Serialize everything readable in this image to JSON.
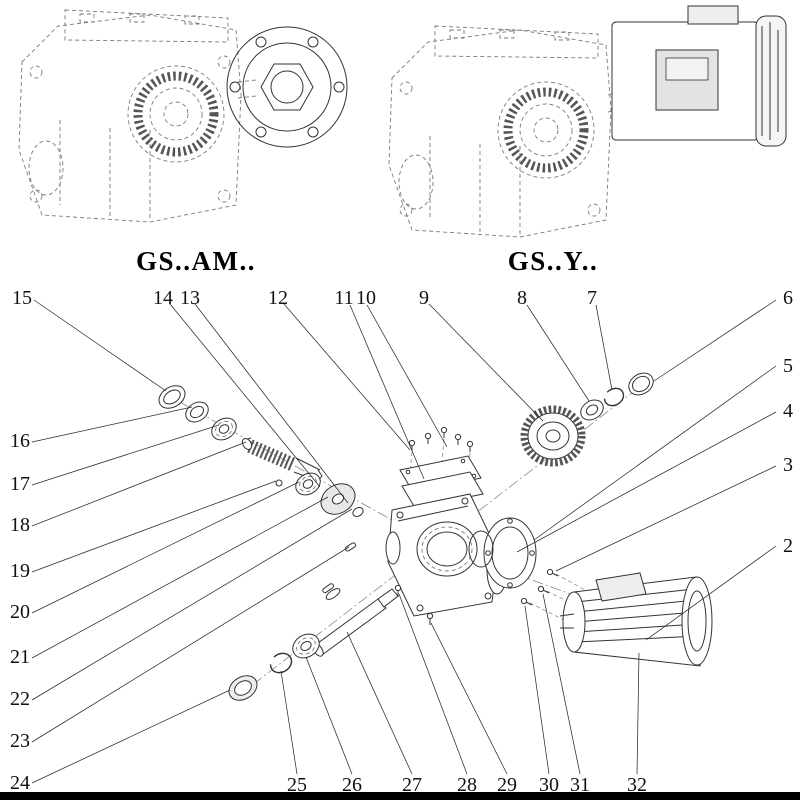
{
  "figure": {
    "left_variant_label": "GS..AM..",
    "right_variant_label": "GS..Y.."
  },
  "callouts": {
    "n2": "2",
    "n3": "3",
    "n4": "4",
    "n5": "5",
    "n6": "6",
    "n7": "7",
    "n8": "8",
    "n9": "9",
    "n10": "10",
    "n11": "11",
    "n12": "12",
    "n13": "13",
    "n14": "14",
    "n15": "15",
    "n16": "16",
    "n17": "17",
    "n18": "18",
    "n19": "19",
    "n20": "20",
    "n21": "21",
    "n22": "22",
    "n23": "23",
    "n24": "24",
    "n25": "25",
    "n26": "26",
    "n27": "27",
    "n28": "28",
    "n29": "29",
    "n30": "30",
    "n31": "31",
    "n32": "32"
  }
}
